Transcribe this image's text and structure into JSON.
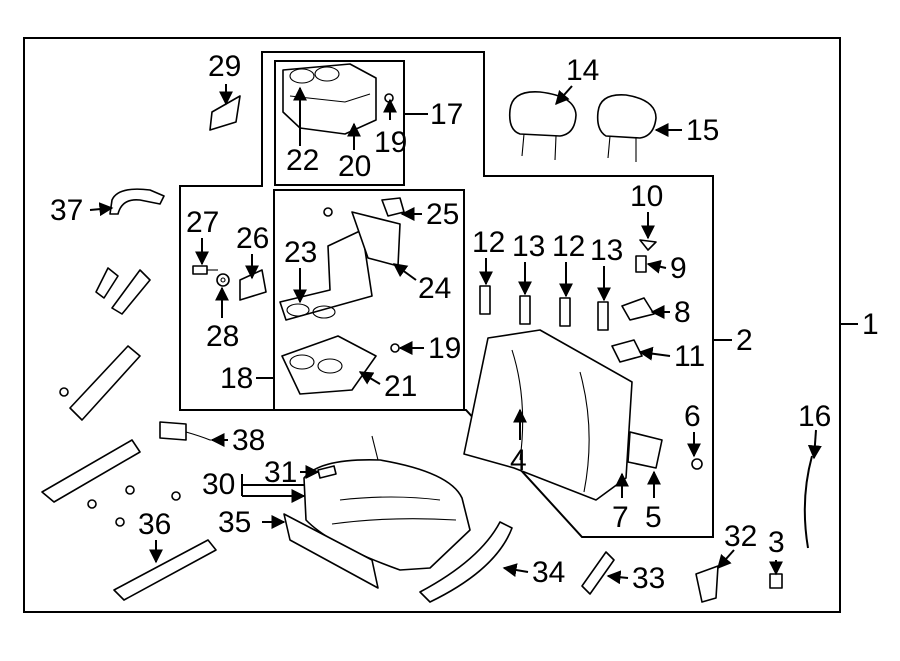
{
  "callouts": {
    "c1": "1",
    "c2": "2",
    "c3": "3",
    "c4": "4",
    "c5": "5",
    "c6": "6",
    "c7": "7",
    "c8": "8",
    "c9": "9",
    "c10": "10",
    "c11": "11",
    "c12a": "12",
    "c12b": "12",
    "c13a": "13",
    "c13b": "13",
    "c14": "14",
    "c15": "15",
    "c16": "16",
    "c17": "17",
    "c18": "18",
    "c19a": "19",
    "c19b": "19",
    "c20": "20",
    "c21": "21",
    "c22": "22",
    "c23": "23",
    "c24": "24",
    "c25": "25",
    "c26": "26",
    "c27": "27",
    "c28": "28",
    "c29": "29",
    "c30": "30",
    "c31": "31",
    "c32": "32",
    "c33": "33",
    "c34": "34",
    "c35": "35",
    "c36": "36",
    "c37": "37",
    "c38": "38"
  }
}
